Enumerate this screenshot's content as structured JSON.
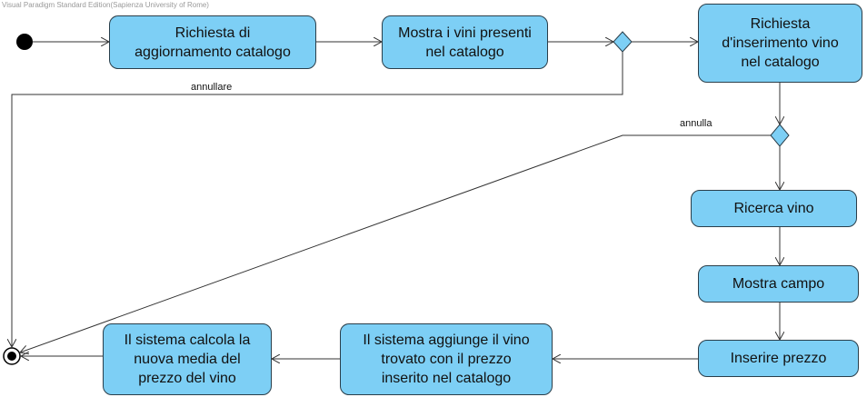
{
  "watermark": "Visual Paradigm Standard Edition(Sapienza University of Rome)",
  "actions": {
    "richiesta_aggiornamento": "Richiesta di\naggiornamento catalogo",
    "mostra_vini": "Mostra i vini presenti\nnel catalogo",
    "richiesta_inserimento": "Richiesta\nd'inserimento vino\nnel catalogo",
    "ricerca_vino": "Ricerca vino",
    "mostra_campo": "Mostra campo",
    "inserire_prezzo": "Inserire prezzo",
    "sistema_aggiunge": "Il sistema aggiunge il vino\ntrovato con il prezzo\ninserito nel catalogo",
    "sistema_calcola": "Il sistema calcola la\nnuova media del\nprezzo del vino"
  },
  "guards": {
    "annullare": "annullare",
    "annulla": "annulla"
  },
  "colors": {
    "action_fill": "#7dcff5",
    "border": "#2a3e4a",
    "flow": "#333333",
    "node": "#000000"
  }
}
